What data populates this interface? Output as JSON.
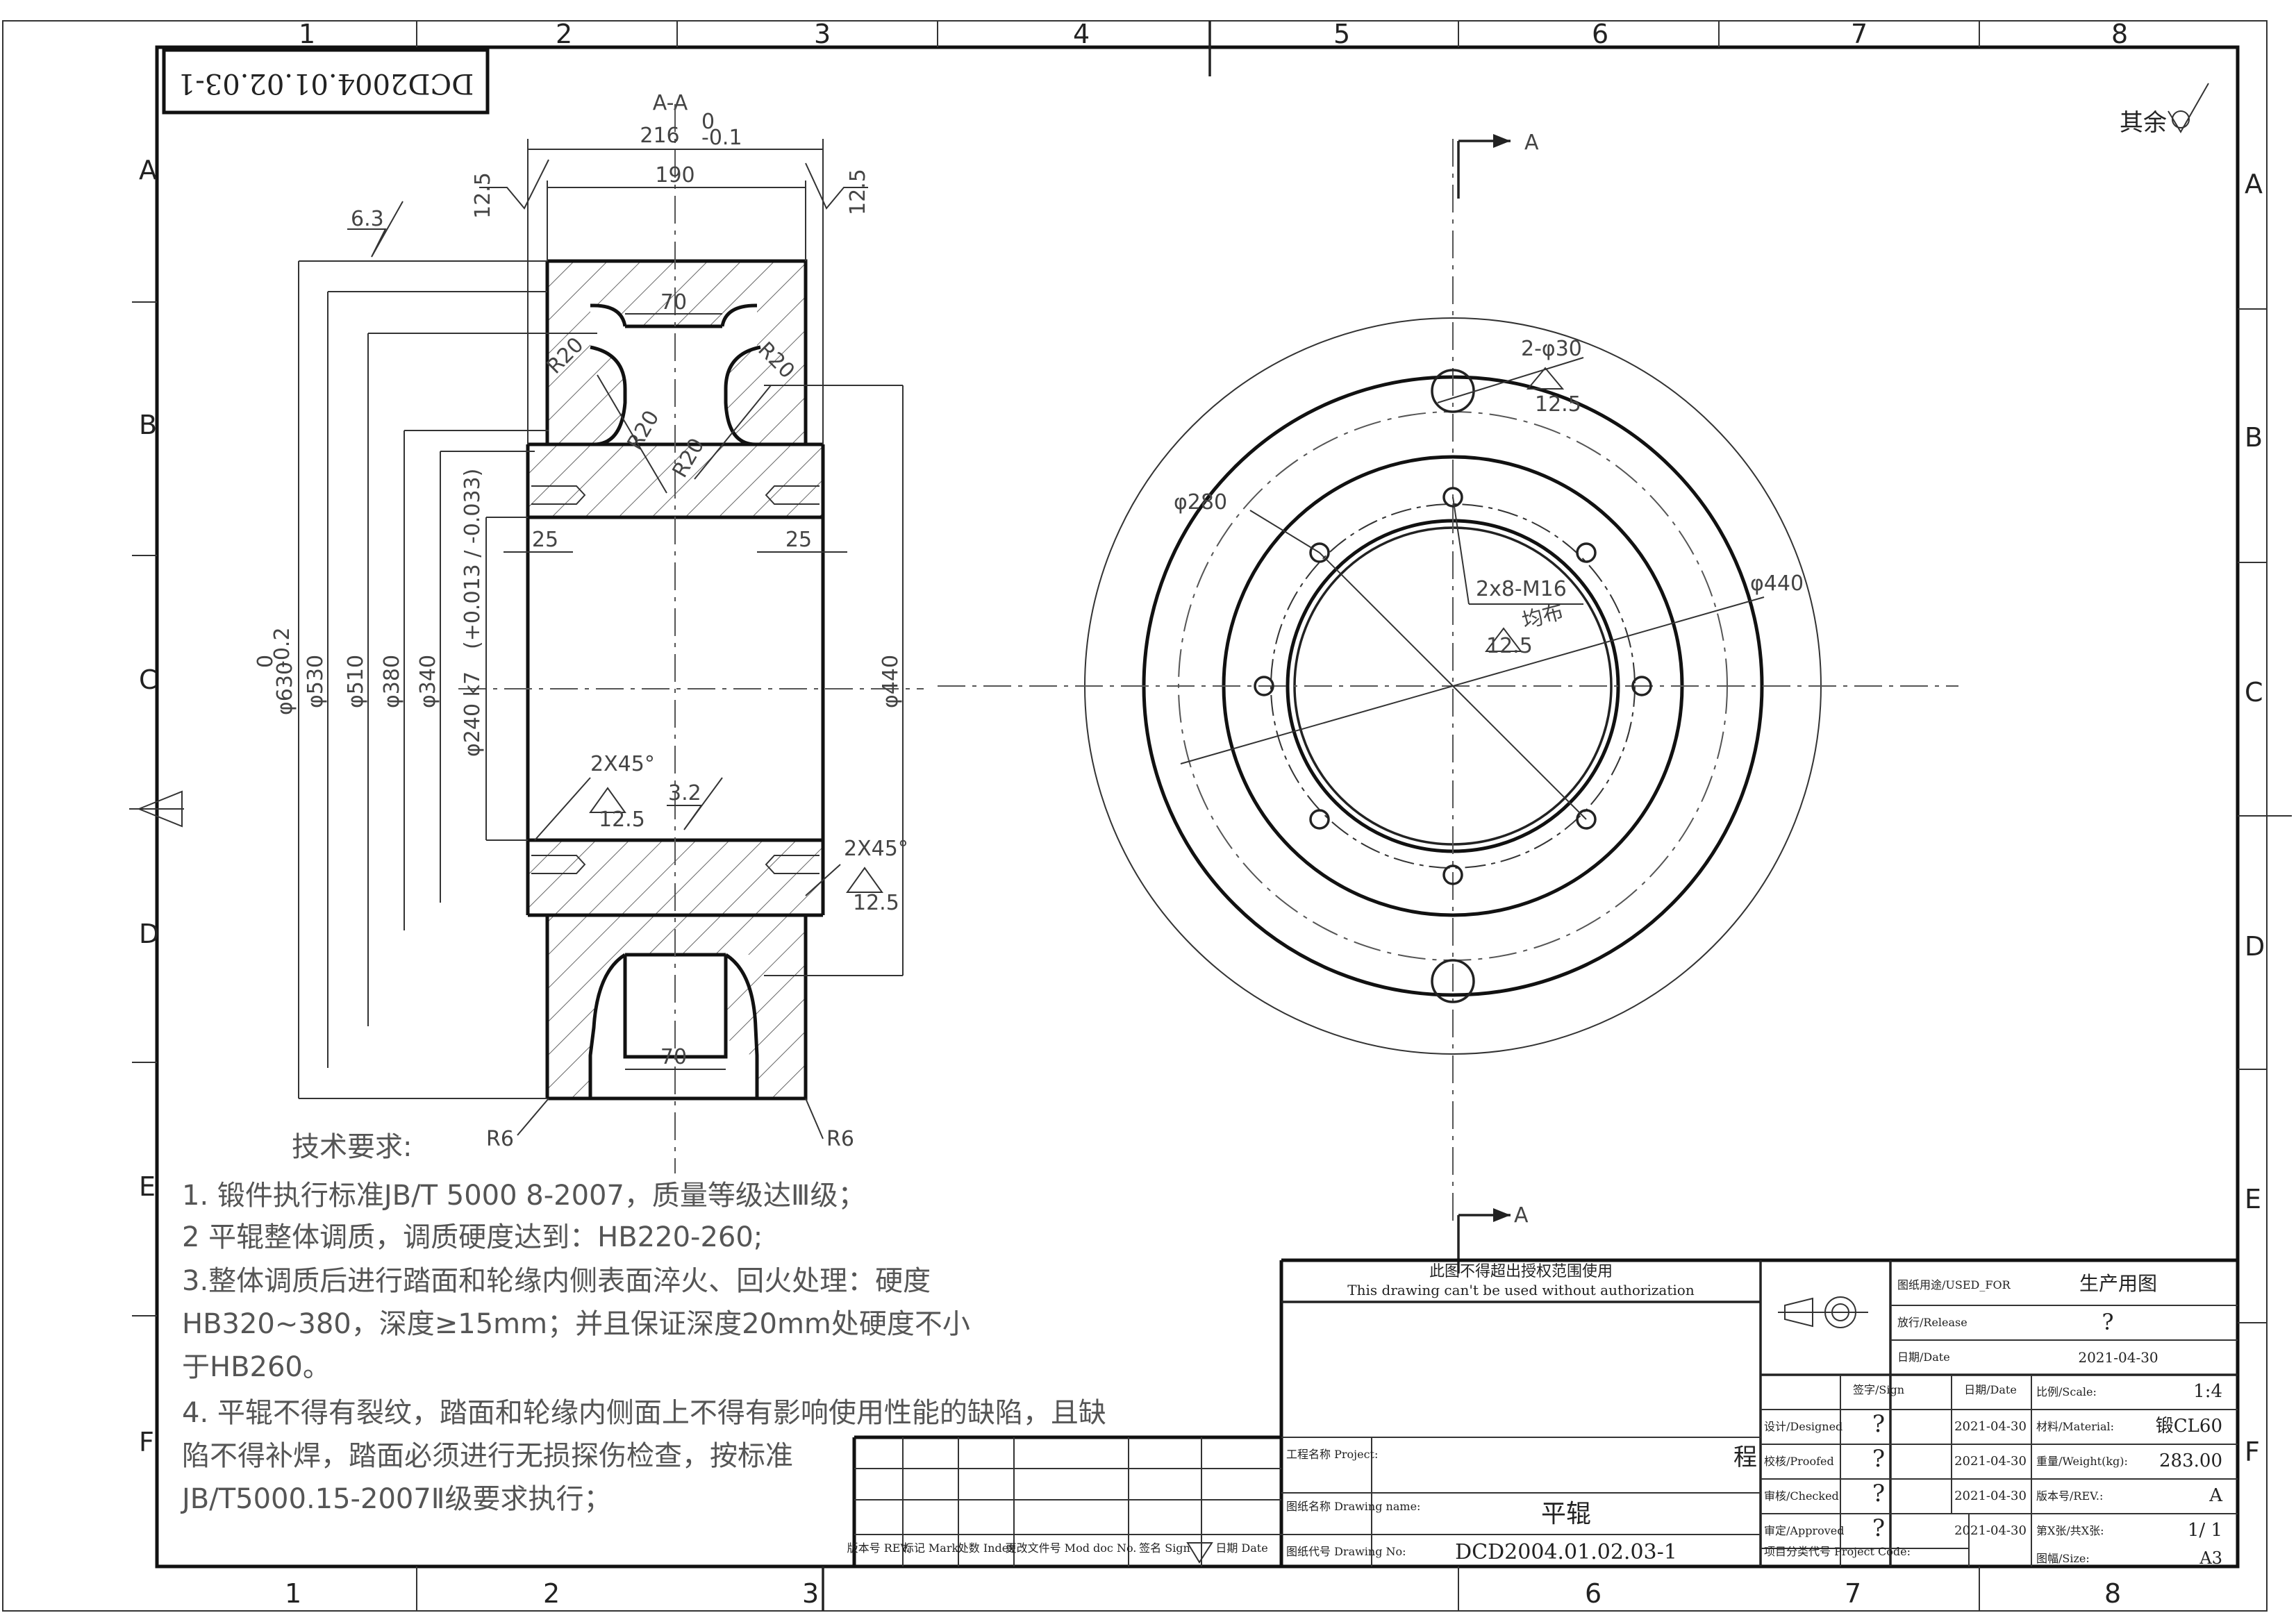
{
  "drawing_code_box": "DCD2004.01.02.03-1",
  "column_markers": [
    "1",
    "2",
    "3",
    "4",
    "5",
    "6",
    "7",
    "8"
  ],
  "row_markers": [
    "A",
    "B",
    "C",
    "D",
    "E",
    "F"
  ],
  "roughness_rest": "其余",
  "section_view": {
    "title": "A-A",
    "overall_width": "216",
    "overall_width_tol_upper": "0",
    "overall_width_tol_lower": "-0.1",
    "inner_width": "190",
    "groove_width_top": "70",
    "groove_width_bottom": "70",
    "radius_r20": "R20",
    "chamfer_width": "25",
    "diameters": {
      "d630": "φ630",
      "d630_tol_upper": "0",
      "d630_tol_lower": "-0.2",
      "d530": "φ530",
      "d510": "φ510",
      "d380": "φ380",
      "d340": "φ340",
      "d240": "φ240 k7",
      "d240_tol": "(+0.013 / -0.033)",
      "d440": "φ440"
    },
    "roughness": {
      "r12_5": "12.5",
      "r6_3": "6.3",
      "r3_2": "3.2"
    },
    "chamfer_2x45": "2X45°",
    "radius_r6": "R6"
  },
  "end_view": {
    "section_marker": "A",
    "holes_2x30": "2-φ30",
    "holes_m16": "2x8-M16",
    "evenly_spaced": "均布",
    "pitch_d280": "φ280",
    "d440": "φ440",
    "roughness": "12.5"
  },
  "technical_requirements": {
    "title": "技术要求:",
    "items": [
      "1. 锻件执行标准JB/T 5000 8-2007，质量等级达Ⅲ级；",
      "2 平辊整体调质，调质硬度达到：HB220-260;",
      "3.整体调质后进行踏面和轮缘内侧表面淬火、回火处理：硬度",
      "HB320~380，深度≥15mm；并且保证深度20mm处硬度不小",
      "于HB260。",
      "4. 平辊不得有裂纹，踏面和轮缘内侧面上不得有影响使用性能的缺陷，且缺",
      "陷不得补焊，踏面必须进行无损探伤检查，按标准",
      "JB/T5000.15-2007Ⅱ级要求执行；"
    ]
  },
  "title_block": {
    "auth_cn": "此图不得超出授权范围使用",
    "auth_en": "This drawing can't be used without authorization",
    "used_for_label": "图纸用途/USED_FOR",
    "used_for_value": "生产用图",
    "release_label": "放行/Release",
    "release_value": "?",
    "date_label": "日期/Date",
    "date_value": "2021-04-30",
    "sign_header": "签字/Sign",
    "date_header": "日期/Date",
    "rows": [
      {
        "role": "设计/Designed",
        "sign": "?",
        "date": "2021-04-30",
        "prop": "比例/Scale:",
        "value": "1:4"
      },
      {
        "role": "校核/Proofed",
        "sign": "?",
        "date": "2021-04-30",
        "prop": "材料/Material:",
        "value": "锻CL60"
      },
      {
        "role": "审核/Checked",
        "sign": "?",
        "date": "2021-04-30",
        "prop": "重量/Weight(kg):",
        "value": "283.00"
      },
      {
        "role": "审定/Approved",
        "sign": "?",
        "date": "2021-04-30",
        "prop": "版本号/REV.:",
        "value": "A"
      }
    ],
    "sheet_label": "第X张/共X张:",
    "sheet_value": "1/ 1",
    "project_label": "工程名称\nProject:",
    "project_value": "程",
    "drawing_name_label": "图纸名称\nDrawing name:",
    "drawing_name_value": "平辊",
    "drawing_no_label": "图纸代号\nDrawing No:",
    "drawing_no_value": "DCD2004.01.02.03-1",
    "classification_label": "项目分类代号\nProject Code:",
    "size_label": "图幅/Size:",
    "size_value": "A3",
    "revision_headers": [
      "版本号\nREV.",
      "标记\nMark",
      "处数\nIndex",
      "更改文件号\nMod doc No.",
      "签名\nSign",
      "日期\nDate"
    ]
  }
}
